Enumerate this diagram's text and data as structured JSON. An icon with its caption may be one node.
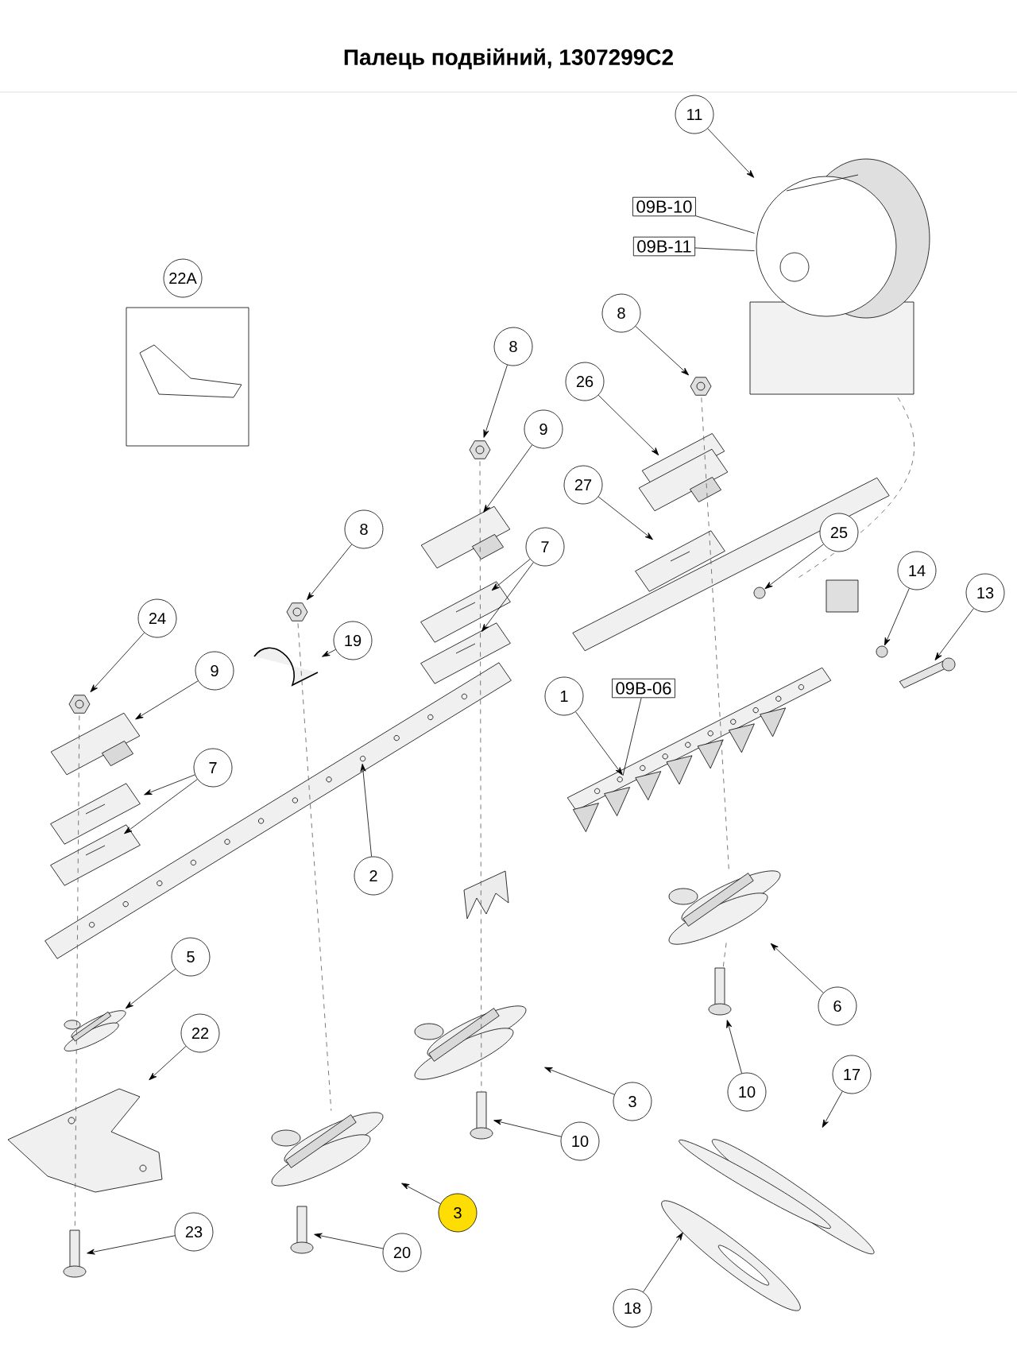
{
  "diagram": {
    "title": "Палець подвійний, 1307299C2",
    "nodes": [
      {
        "text": [
          "11"
        ]
      },
      {
        "text": [],
        "shape": "picture"
      },
      {
        "text": [
          "09B-10"
        ]
      },
      {
        "text": [
          "09B-11"
        ]
      },
      {
        "text": [
          "22A"
        ]
      },
      {
        "text": [],
        "shape": "box"
      },
      {
        "text": [
          "8"
        ]
      },
      {
        "text": [],
        "shape": "picture"
      },
      {
        "text": [
          "8"
        ]
      },
      {
        "text": [],
        "shape": "picture"
      },
      {
        "text": [
          "26"
        ]
      },
      {
        "text": [],
        "shape": "picture"
      },
      {
        "text": [
          "9"
        ]
      },
      {
        "text": [],
        "shape": "picture"
      },
      {
        "text": [
          "27"
        ]
      },
      {
        "text": [],
        "shape": "picture"
      },
      {
        "text": [
          "25"
        ]
      },
      {
        "text": [],
        "shape": "circle"
      },
      {
        "text": [
          "7"
        ]
      },
      {
        "text": [],
        "shape": "picture"
      },
      {
        "text": [],
        "shape": "picture"
      },
      {
        "text": [
          "8"
        ]
      },
      {
        "text": [],
        "shape": "picture"
      },
      {
        "text": [
          "14"
        ]
      },
      {
        "text": [],
        "shape": "circle"
      },
      {
        "text": [
          "13"
        ]
      },
      {
        "text": [],
        "shape": "picture"
      },
      {
        "text": [
          "24"
        ]
      },
      {
        "text": [],
        "shape": "picture"
      },
      {
        "text": [
          "19"
        ]
      },
      {
        "text": [],
        "shape": "picture"
      },
      {
        "text": [
          "9"
        ]
      },
      {
        "text": [],
        "shape": "picture"
      },
      {
        "text": [
          "09B-06"
        ]
      },
      {
        "text": [
          "1"
        ]
      },
      {
        "text": [],
        "shape": "picture"
      },
      {
        "text": [
          "7"
        ]
      },
      {
        "text": [],
        "shape": "picture"
      },
      {
        "text": [],
        "shape": "picture"
      },
      {
        "text": [
          "2"
        ]
      },
      {
        "text": [],
        "shape": "picture"
      },
      {
        "text": [],
        "shape": "picture"
      },
      {
        "text": [
          "6"
        ]
      },
      {
        "text": [
          "5"
        ]
      },
      {
        "text": [],
        "shape": "picture"
      },
      {
        "text": [
          "22"
        ]
      },
      {
        "text": [],
        "shape": "picture"
      },
      {
        "text": [],
        "shape": "picture"
      },
      {
        "text": [
          "10"
        ]
      },
      {
        "text": [],
        "shape": "picture"
      },
      {
        "text": [
          "3"
        ]
      },
      {
        "text": [],
        "shape": "picture"
      },
      {
        "text": [
          "10"
        ]
      },
      {
        "text": [
          "17"
        ]
      },
      {
        "text": [],
        "shape": "picture"
      },
      {
        "text": [],
        "shape": "picture"
      },
      {
        "text": [
          "3"
        ]
      },
      {
        "text": [
          "23"
        ]
      },
      {
        "text": [],
        "shape": "picture"
      },
      {
        "text": [],
        "shape": "picture"
      },
      {
        "text": [
          "20"
        ]
      },
      {
        "text": [],
        "shape": "picture"
      },
      {
        "text": [
          "18"
        ]
      }
    ],
    "edges": [
      {
        "from": 0,
        "to": 1,
        "arrow": "to"
      },
      {
        "from": 2,
        "to": 1,
        "arrow": "none"
      },
      {
        "from": 3,
        "to": 1,
        "arrow": "none"
      },
      {
        "from": 6,
        "to": 7,
        "arrow": "to"
      },
      {
        "from": 8,
        "to": 9,
        "arrow": "to"
      },
      {
        "from": 10,
        "to": 11,
        "arrow": "to"
      },
      {
        "from": 12,
        "to": 13,
        "arrow": "to"
      },
      {
        "from": 14,
        "to": 15,
        "arrow": "to"
      },
      {
        "from": 16,
        "to": 17,
        "arrow": "to"
      },
      {
        "from": 18,
        "to": 19,
        "arrow": "to"
      },
      {
        "from": 18,
        "to": 20,
        "arrow": "to"
      },
      {
        "from": 21,
        "to": 22,
        "arrow": "to"
      },
      {
        "from": 23,
        "to": 24,
        "arrow": "to"
      },
      {
        "from": 25,
        "to": 26,
        "arrow": "to"
      },
      {
        "from": 27,
        "to": 28,
        "arrow": "to"
      },
      {
        "from": 29,
        "to": 30,
        "arrow": "to"
      },
      {
        "from": 31,
        "to": 32,
        "arrow": "to"
      },
      {
        "from": 33,
        "to": 35,
        "arrow": "none"
      },
      {
        "from": 34,
        "to": 35,
        "arrow": "to"
      },
      {
        "from": 36,
        "to": 37,
        "arrow": "to"
      },
      {
        "from": 36,
        "to": 38,
        "arrow": "to"
      },
      {
        "from": 39,
        "to": 40,
        "arrow": "to"
      },
      {
        "from": 42,
        "to": 41,
        "arrow": "to"
      },
      {
        "from": 43,
        "to": 44,
        "arrow": "to"
      },
      {
        "from": 45,
        "to": 46,
        "arrow": "to"
      },
      {
        "from": 48,
        "to": 47,
        "arrow": "to"
      },
      {
        "from": 50,
        "to": 49,
        "arrow": "to"
      },
      {
        "from": 52,
        "to": 51,
        "arrow": "to"
      },
      {
        "from": 53,
        "to": 54,
        "arrow": "to"
      },
      {
        "from": 56,
        "to": 55,
        "arrow": "to"
      },
      {
        "from": 57,
        "to": 58,
        "arrow": "to"
      },
      {
        "from": 60,
        "to": 59,
        "arrow": "to"
      },
      {
        "from": 62,
        "to": 61,
        "arrow": "to"
      },
      {
        "from": 7,
        "to": 41,
        "arrow": "none",
        "style": "dashed"
      },
      {
        "from": 41,
        "to": 47,
        "arrow": "none",
        "style": "dashed"
      },
      {
        "from": 9,
        "to": 51,
        "arrow": "none",
        "style": "dashed"
      },
      {
        "from": 28,
        "to": 58,
        "arrow": "none",
        "style": "dashed"
      },
      {
        "from": 22,
        "to": 55,
        "arrow": "none",
        "style": "dashed"
      }
    ]
  }
}
